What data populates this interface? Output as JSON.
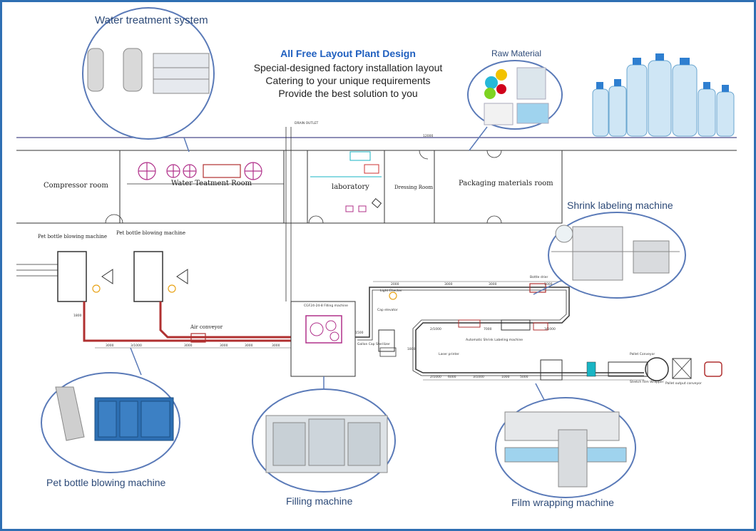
{
  "callouts": {
    "water_treatment": "Water treatment system",
    "raw_material": "Raw Material",
    "shrink_labeling": "Shrink labeling machine",
    "pet_blowing": "Pet bottle blowing machine",
    "filling": "Filling machine",
    "film_wrapping": "Film wrapping machine"
  },
  "headline": {
    "title": "All Free Layout Plant Design",
    "line1": "Special-designed factory installation layout",
    "line2": "Catering to your unique requirements",
    "line3": "Provide the best solution to you"
  },
  "rooms": {
    "compressor": "Compressor  room",
    "water_treatment_room": "Water Teatment Room",
    "laboratory": "laboratory",
    "dressing": "Dressing Room",
    "packaging": "Packaging materials room"
  },
  "machines": {
    "pet_blowing_1": "Pet bottle blowing machine",
    "pet_blowing_2": "Pet bottle blowing machine",
    "air_conveyor": "Air conveyor",
    "filling_machine": "CGF24-24-8 Filling machine",
    "cap_elevator": "Cap elevator",
    "light_checker": "Light Checker",
    "bottle_drier": "Bottle drier",
    "auto_shrink": "Automatic Shrink Labeling machine",
    "laser_printer": "Laser printer",
    "pallet_conveyor": "Pallet Conveyor",
    "stretch_film": "Stretch Film Wrapper",
    "pallet_output": "Pallet output conveyor",
    "drain_outlet": "DRAIN OUTLET",
    "cap_sterilizer": "Gallon Cap Sterilizer"
  },
  "dimensions": [
    "3000",
    "3/1000",
    "1800",
    "3000",
    "3000",
    "3000",
    "3000",
    "3000",
    "2000",
    "3000",
    "1000",
    "1500",
    "7000",
    "2/1000",
    "3/1000",
    "6000",
    "2/1000",
    "3/1000",
    "1800",
    "5000",
    "12000",
    "1000"
  ],
  "colors": {
    "frame": "#2f6fb3",
    "callout_text": "#2d4a78",
    "headline_title": "#1f5fbf",
    "conveyor": "#b03030",
    "circle_border": "#5a7ab8",
    "magenta": "#b0308a",
    "cyan": "#19b5c4",
    "bottle_blue": "#cfe6f5"
  }
}
